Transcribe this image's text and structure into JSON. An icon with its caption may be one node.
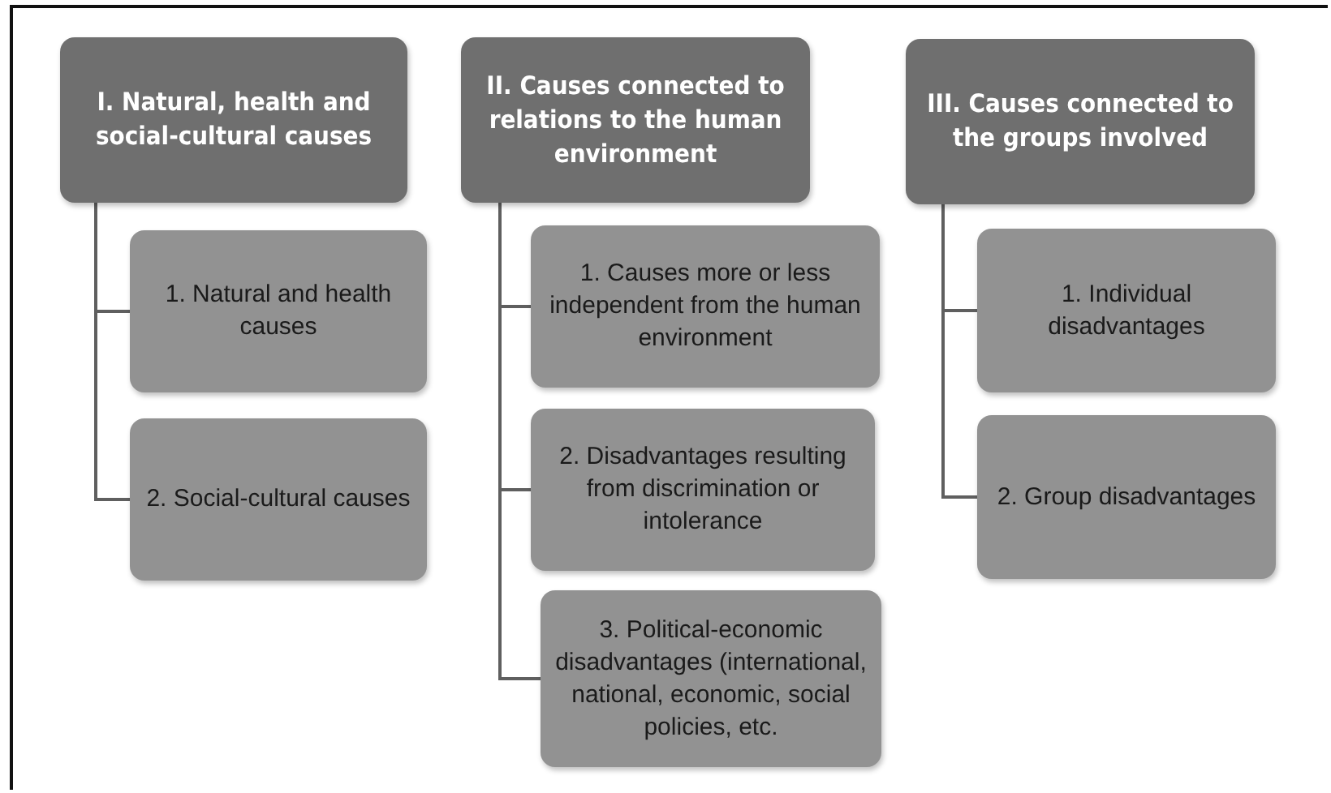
{
  "diagram": {
    "nodes": [
      {
        "text": [
          "I. Natural, health and social-cultural causes"
        ]
      },
      {
        "text": [
          "1. Natural and health causes"
        ]
      },
      {
        "text": [
          "2. Social-cultural causes"
        ]
      },
      {
        "text": [
          "II. Causes connected to relations to the human environment"
        ]
      },
      {
        "text": [
          "1. Causes more or less independent from the human environment"
        ]
      },
      {
        "text": [
          "2. Disadvantages resulting from discrimination or intolerance"
        ]
      },
      {
        "text": [
          "3. Political-economic disadvantages (international, national, economic, social policies, etc."
        ]
      },
      {
        "text": [
          "III. Causes connected to the groups involved"
        ]
      },
      {
        "text": [
          "1. Individual disadvantages"
        ]
      },
      {
        "text": [
          "2. Group disadvantages"
        ]
      }
    ],
    "edges": [
      {
        "from": 0,
        "to": 1,
        "arrow": "none"
      },
      {
        "from": 0,
        "to": 2,
        "arrow": "none"
      },
      {
        "from": 3,
        "to": 4,
        "arrow": "none"
      },
      {
        "from": 3,
        "to": 5,
        "arrow": "none"
      },
      {
        "from": 3,
        "to": 6,
        "arrow": "none"
      },
      {
        "from": 7,
        "to": 8,
        "arrow": "none"
      },
      {
        "from": 7,
        "to": 9,
        "arrow": "none"
      }
    ]
  }
}
